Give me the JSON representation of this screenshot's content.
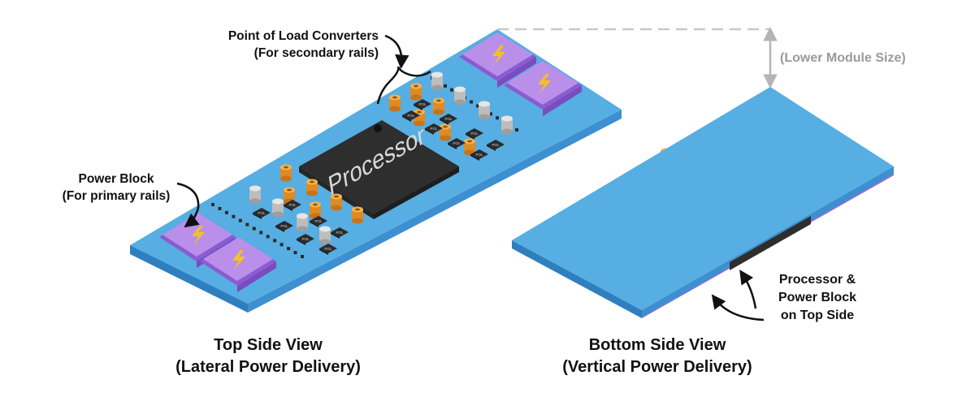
{
  "labels": {
    "point_of_load_line1": "Point of Load Converters",
    "point_of_load_line2": "(For secondary rails)",
    "power_block_line1": "Power Block",
    "power_block_line2": "(For primary rails)",
    "lower_module_size": "(Lower Module Size)",
    "processor_chip": "Processor",
    "pol_component": "POL",
    "top_view_title": "Top Side View",
    "top_view_subtitle": "(Lateral Power Delivery)",
    "bottom_view_title": "Bottom Side View",
    "bottom_view_subtitle": "(Vertical Power Delivery)",
    "proc_note_line1": "Processor &",
    "proc_note_line2": "Power Block",
    "proc_note_line3": "on Top Side"
  },
  "colors": {
    "board_top": "#56aee2",
    "board_left": "#2f7fbf",
    "board_front": "#3d8fd0",
    "power_block_face": "#b98fea",
    "power_block_base": "#8a5cd0",
    "power_block_side": "#7a4cc0",
    "bolt": "#f5c21b",
    "chip_dark": "#2e2e2e",
    "inductor_orange": "#f29a2e",
    "capacitor_grey": "#d2d2d2",
    "guide_grey": "#c8c8c8"
  }
}
